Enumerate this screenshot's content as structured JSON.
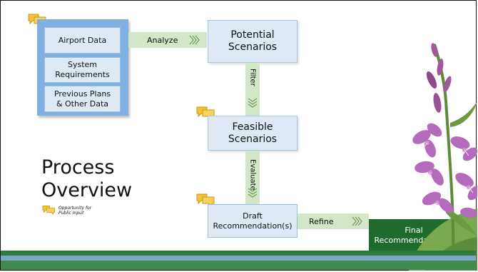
{
  "inputs": [
    "Airport Data",
    "System Requirements",
    "Previous Plans & Other Data"
  ],
  "labels": {
    "analyze": "Analyze",
    "filter": "Filter",
    "evaluate": "Evaluate",
    "refine": "Refine"
  },
  "scenarios": {
    "potential": "Potential Scenarios",
    "feasible": "Feasible Scenarios",
    "draft": "Draft Recommendation(s)",
    "final": "Final Recommendation(s)"
  },
  "title": "Process Overview",
  "legend": "Opportunity for Public Input",
  "colors": {
    "input_group": "#7fb0df",
    "box_fill": "#ddeaf6",
    "arrow": "#d3e6c8",
    "final": "#1e6b2c",
    "comment_icon": "#f2c23a",
    "bar_dark": "#2e7a3f",
    "bar_light": "#7aa7c8"
  }
}
